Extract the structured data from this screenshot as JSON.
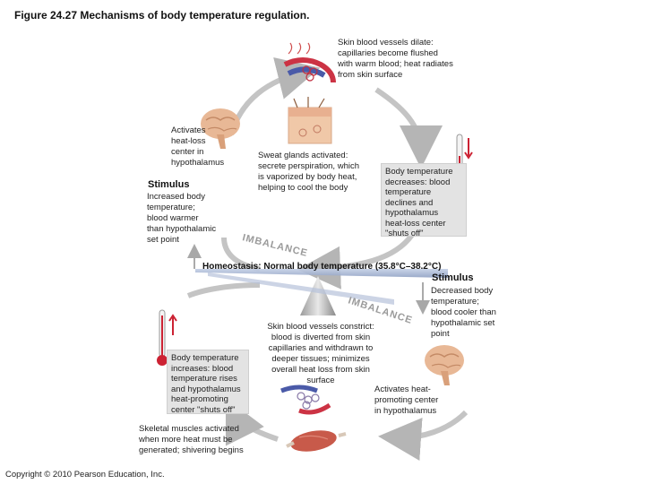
{
  "figure_title": "Figure 24.27  Mechanisms of body temperature regulation.",
  "top": {
    "skin_dilate": [
      "Skin blood vessels dilate:",
      "capillaries become flushed",
      "with warm blood; heat radiates",
      "from skin surface"
    ],
    "sweat": [
      "Sweat glands activated:",
      "secrete perspiration, which",
      "is vaporized by body heat,",
      "helping to cool the body"
    ],
    "heat_loss_center": [
      "Activates",
      "heat-loss",
      "center in",
      "hypothalamus"
    ],
    "stimulus_label": "Stimulus",
    "stimulus_text": [
      "Increased body",
      "temperature;",
      "blood warmer",
      "than hypothalamic",
      "set point"
    ],
    "box": [
      "Body temperature",
      "decreases: blood",
      "temperature",
      "declines and",
      "hypothalamus",
      "heat-loss center",
      "\"shuts off\""
    ],
    "imbalance": "IMBALANCE"
  },
  "homeostasis": "Homeostasis: Normal body temperature (35.8°C–38.2°C)",
  "bottom": {
    "stimulus_label": "Stimulus",
    "stimulus_text": [
      "Decreased body",
      "temperature;",
      "blood cooler than",
      "hypothalamic set",
      "point"
    ],
    "constrict": [
      "Skin blood vessels constrict:",
      "blood is diverted from skin",
      "capillaries and withdrawn to",
      "deeper tissues; minimizes",
      "overall heat loss from skin",
      "surface"
    ],
    "heat_promoting": [
      "Activates heat-",
      "promoting center",
      "in hypothalamus"
    ],
    "box": [
      "Body temperature",
      "increases: blood",
      "temperature rises",
      "and hypothalamus",
      "heat-promoting",
      "center \"shuts off\""
    ],
    "skeletal": [
      "Skeletal muscles activated",
      "when more heat must be",
      "generated; shivering begins"
    ],
    "imbalance": "IMBALANCE"
  },
  "copyright": "Copyright © 2010 Pearson Education, Inc.",
  "colors": {
    "arrow": "#bcbcbc",
    "bar": "#aab8d4",
    "thermo_red": "#cc2233",
    "brain": "#e8b896",
    "imbalance": "#9a9a9a"
  }
}
